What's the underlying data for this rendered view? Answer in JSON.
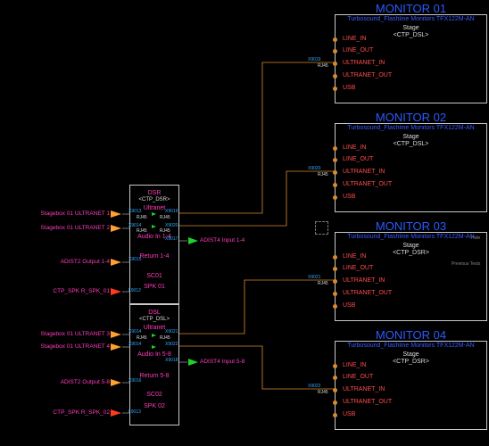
{
  "monitors": [
    {
      "title": "MONITOR 01",
      "model": "Turbosound_Flashline Monitors TFX122M-AN",
      "stage": "Stage",
      "code": "<CTP_DSL>",
      "ports": [
        "LINE_IN",
        "LINE_OUT",
        "ULTRANET_IN",
        "ULTRANET_OUT",
        "USB"
      ],
      "cable": "X9019",
      "conn": "RJ45"
    },
    {
      "title": "MONITOR 02",
      "model": "Turbosound_Flashline Monitors TFX122M-AN",
      "stage": "Stage",
      "code": "<CTP_DSL>",
      "ports": [
        "LINE_IN",
        "LINE_OUT",
        "ULTRANET_IN",
        "ULTRANET_OUT",
        "USB"
      ],
      "cable": "X9020",
      "conn": "RJ45"
    },
    {
      "title": "MONITOR 03",
      "model": "Turbosound_Flashline Monitors TFX122M-AN",
      "stage": "Stage",
      "code": "<CTP_DSR>",
      "ports": [
        "LINE_IN",
        "LINE_OUT",
        "ULTRANET_IN",
        "ULTRANET_OUT",
        "USB"
      ],
      "cable": "X9021",
      "conn": "RJ45"
    },
    {
      "title": "MONITOR 04",
      "model": "Turbosound_Flashline Monitors TFX122M-AN",
      "stage": "Stage",
      "code": "<CTP_DSR>",
      "ports": [
        "LINE_IN",
        "LINE_OUT",
        "ULTRANET_IN",
        "ULTRANET_OUT",
        "USB"
      ],
      "cable": "X9022",
      "conn": "RJ45"
    }
  ],
  "devices": [
    {
      "name": "DSR",
      "code": "<CTP_DSR>",
      "ultranet": "Ultranet",
      "x_in1": "X9013",
      "x_out1": "X9019",
      "x_in2": "X9014",
      "x_out2": "X9020",
      "rj_l": "RJ45",
      "rj_r": "RJ45",
      "audio_in": "Audio In 1-4",
      "x_audio": "X9017",
      "x_ret": "X9015",
      "ret": "Return 1-4",
      "sc": "SC01",
      "spk": "SPK 01",
      "x_spk": "L9012"
    },
    {
      "name": "DSL",
      "code": "<CTP_DSL>",
      "ultranet": "Ultranet",
      "x_in1": "X9014",
      "x_out1": "X9021",
      "x_in2": "X9014",
      "x_out2": "X9022",
      "rj_l": "RJ45",
      "rj_r": "RJ45",
      "audio_in": "Audio In 5-8",
      "x_audio": "X9018",
      "x_ret": "X9016",
      "ret": "Return 5-8",
      "sc": "SC02",
      "spk": "SPK 02",
      "x_spk": "L9013"
    }
  ],
  "inputs_left": [
    "Stagebox 01 ULTRANET 1",
    "Stagebox 01 ULTRANET 2",
    "ADIST2 Output 1-4",
    "CTP_SPK R_SPK_01",
    "Stagebox 01 ULTRANET 3",
    "Stagebox 01 ULTRANET 4",
    "ADIST2 Output 5-8",
    "CTP_SPK R_SPK_02"
  ],
  "outputs_right": [
    "ADIST4 Input 1-4",
    "ADIST4 Input 5-8"
  ],
  "ghost": {
    "hide": "Hide",
    "prev": "Previous Tests"
  },
  "colors": {
    "title": "#2a5bff",
    "label": "#ff3dbd",
    "port": "#ff4d4d",
    "wire": "#d98b2b",
    "xref": "#31a8ff",
    "arrow_in": "#ffa033",
    "arrow_spk": "#ff3b1f",
    "arrow_out": "#1fd02a"
  }
}
